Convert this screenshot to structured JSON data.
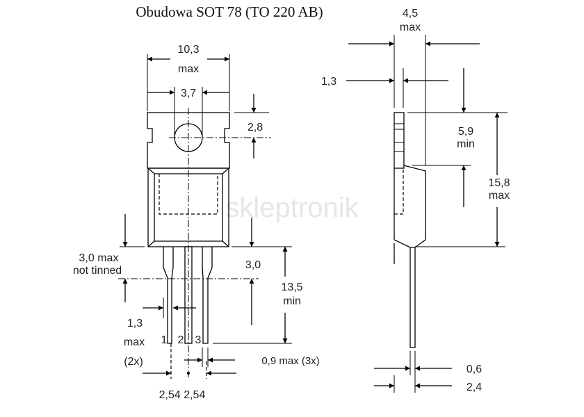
{
  "title": "Obudowa SOT 78 (TO 220 AB)",
  "watermark": "skleptronik",
  "front_view": {
    "width_value": "10,3",
    "width_note": "max",
    "hole_spacing": "3,7",
    "hole_offset": "2,8",
    "not_tinned_value": "3,0 max",
    "not_tinned_note": "not tinned",
    "lead_shoulder": "3,0",
    "lead_length_value": "13,5",
    "lead_length_note": "min",
    "lead_width_value": "1,3",
    "lead_width_note": "max",
    "lead_width_count": "(2x)",
    "pin_labels": [
      "1",
      "2",
      "3"
    ],
    "lead_thickness": "0,9 max (3x)",
    "pitch": "2,54 2,54"
  },
  "side_view": {
    "thickness_value": "4,5",
    "thickness_note": "max",
    "tab_thickness": "1,3",
    "tab_height_value": "5,9",
    "tab_height_note": "min",
    "height_value": "15,8",
    "height_note": "max",
    "lead_thickness": "0,6",
    "lead_offset": "2,4"
  }
}
